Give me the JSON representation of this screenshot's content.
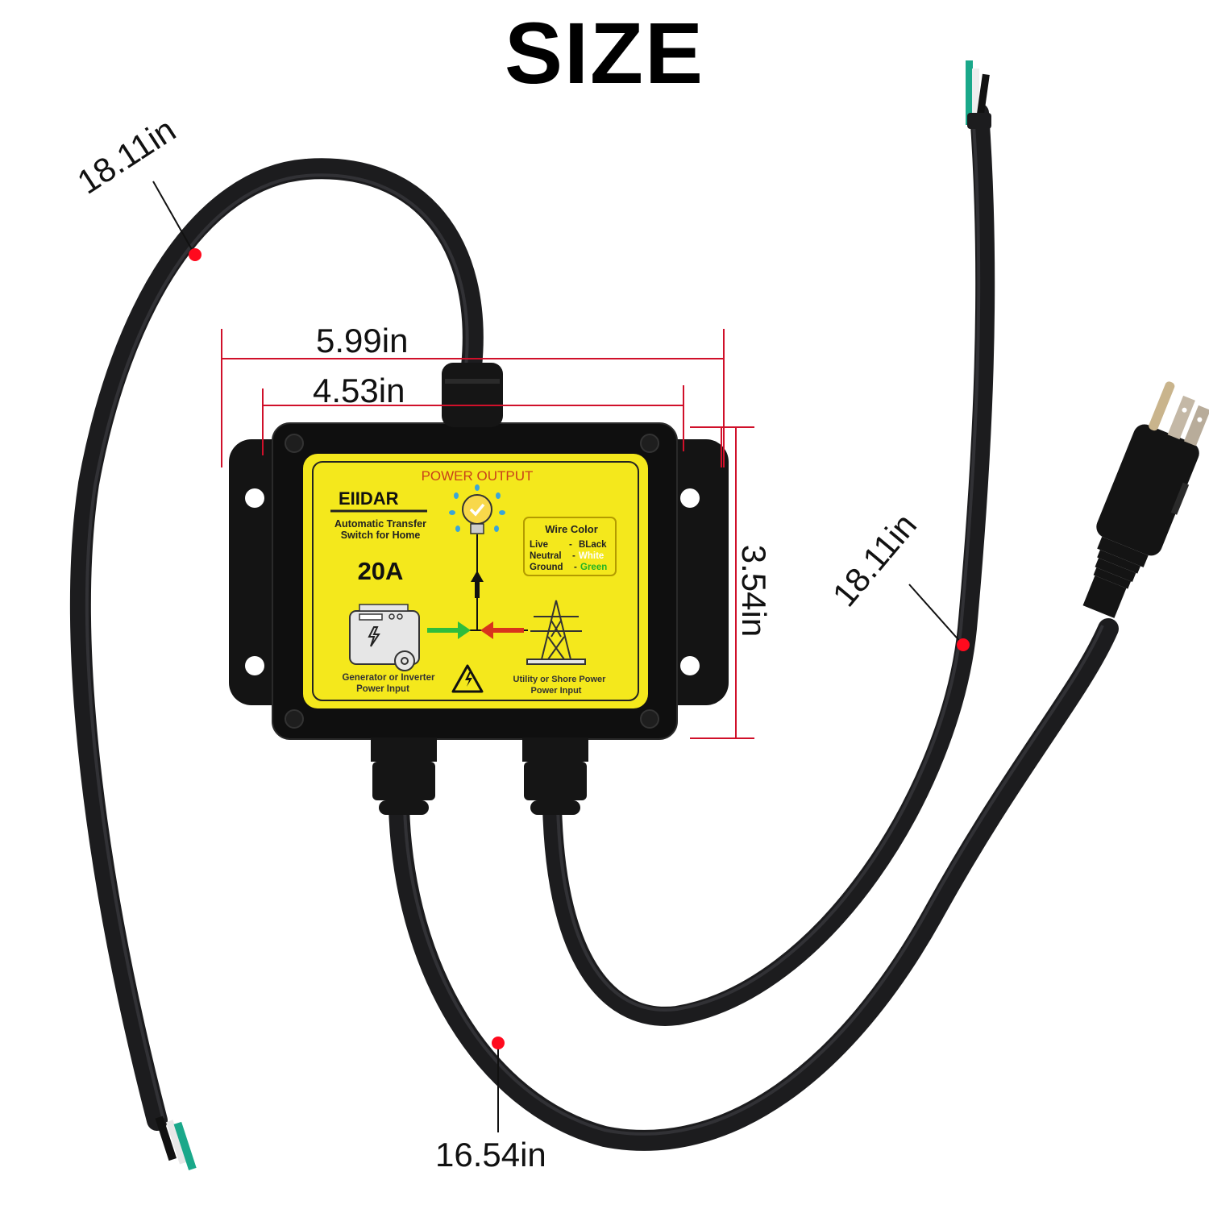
{
  "title": "SIZE",
  "dimensions": {
    "width_overall": "5.99in",
    "width_body": "4.53in",
    "height": "3.54in",
    "cable_top_left": "18.11in",
    "cable_right": "18.11in",
    "cable_bottom": "16.54in"
  },
  "label": {
    "header": "POWER OUTPUT",
    "brand": "EIIDAR",
    "product_line1": "Automatic Transfer",
    "product_line2": "Switch for Home",
    "rating": "20A",
    "wire_color": {
      "title": "Wire Color",
      "rows": [
        {
          "name": "Live",
          "sep": "-",
          "color": "BLack",
          "hex": "#1a1a1a"
        },
        {
          "name": "Neutral",
          "sep": "-",
          "color": "White",
          "hex": "#ffffff"
        },
        {
          "name": "Ground",
          "sep": "-",
          "color": "Green",
          "hex": "#22b422"
        }
      ]
    },
    "generator_line1": "Generator or Inverter",
    "generator_line2": "Power Input",
    "utility_line1": "Utility or Shore Power",
    "utility_line2": "Power Input"
  },
  "colors": {
    "label_yellow": "#f4e81c",
    "header_red": "#c8401a",
    "dimension_red": "#d0102a",
    "marker_red": "#ff0a1e",
    "arrow_green": "#2ebd3c",
    "arrow_red": "#d8341c",
    "enclosure": "#111111",
    "cable": "#1c1c1e"
  }
}
